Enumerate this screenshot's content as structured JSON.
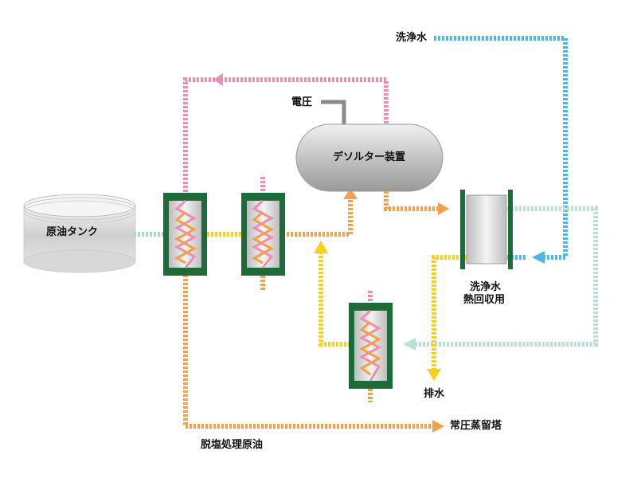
{
  "title": "",
  "labels": {
    "crude_tank": "原油タンク",
    "desalter": "デソルター装置",
    "voltage": "電圧",
    "wash_water": "洗浄水",
    "wash_water_heat_recovery_line1": "洗浄水",
    "wash_water_heat_recovery_line2": "熱回収用",
    "drain": "排水",
    "atmospheric_distillation_tower": "常圧蒸留塔",
    "desalted_crude": "脱塩処理原油"
  },
  "colors": {
    "background": "#ffffff",
    "exchanger_frame": "#1e6b3a",
    "crude_feed_line": "#a8d8d0",
    "crude_hot_line": "#f5a04a",
    "yellow_line": "#f7d21a",
    "pink_line": "#ef8fb0",
    "wash_water_line": "#4ab8e8",
    "return_water_line": "#b8e0da",
    "voltage_line": "#8a8a8a",
    "tank_fill": "#d9d9d9",
    "vessel_fill": "#cfcfcf"
  }
}
